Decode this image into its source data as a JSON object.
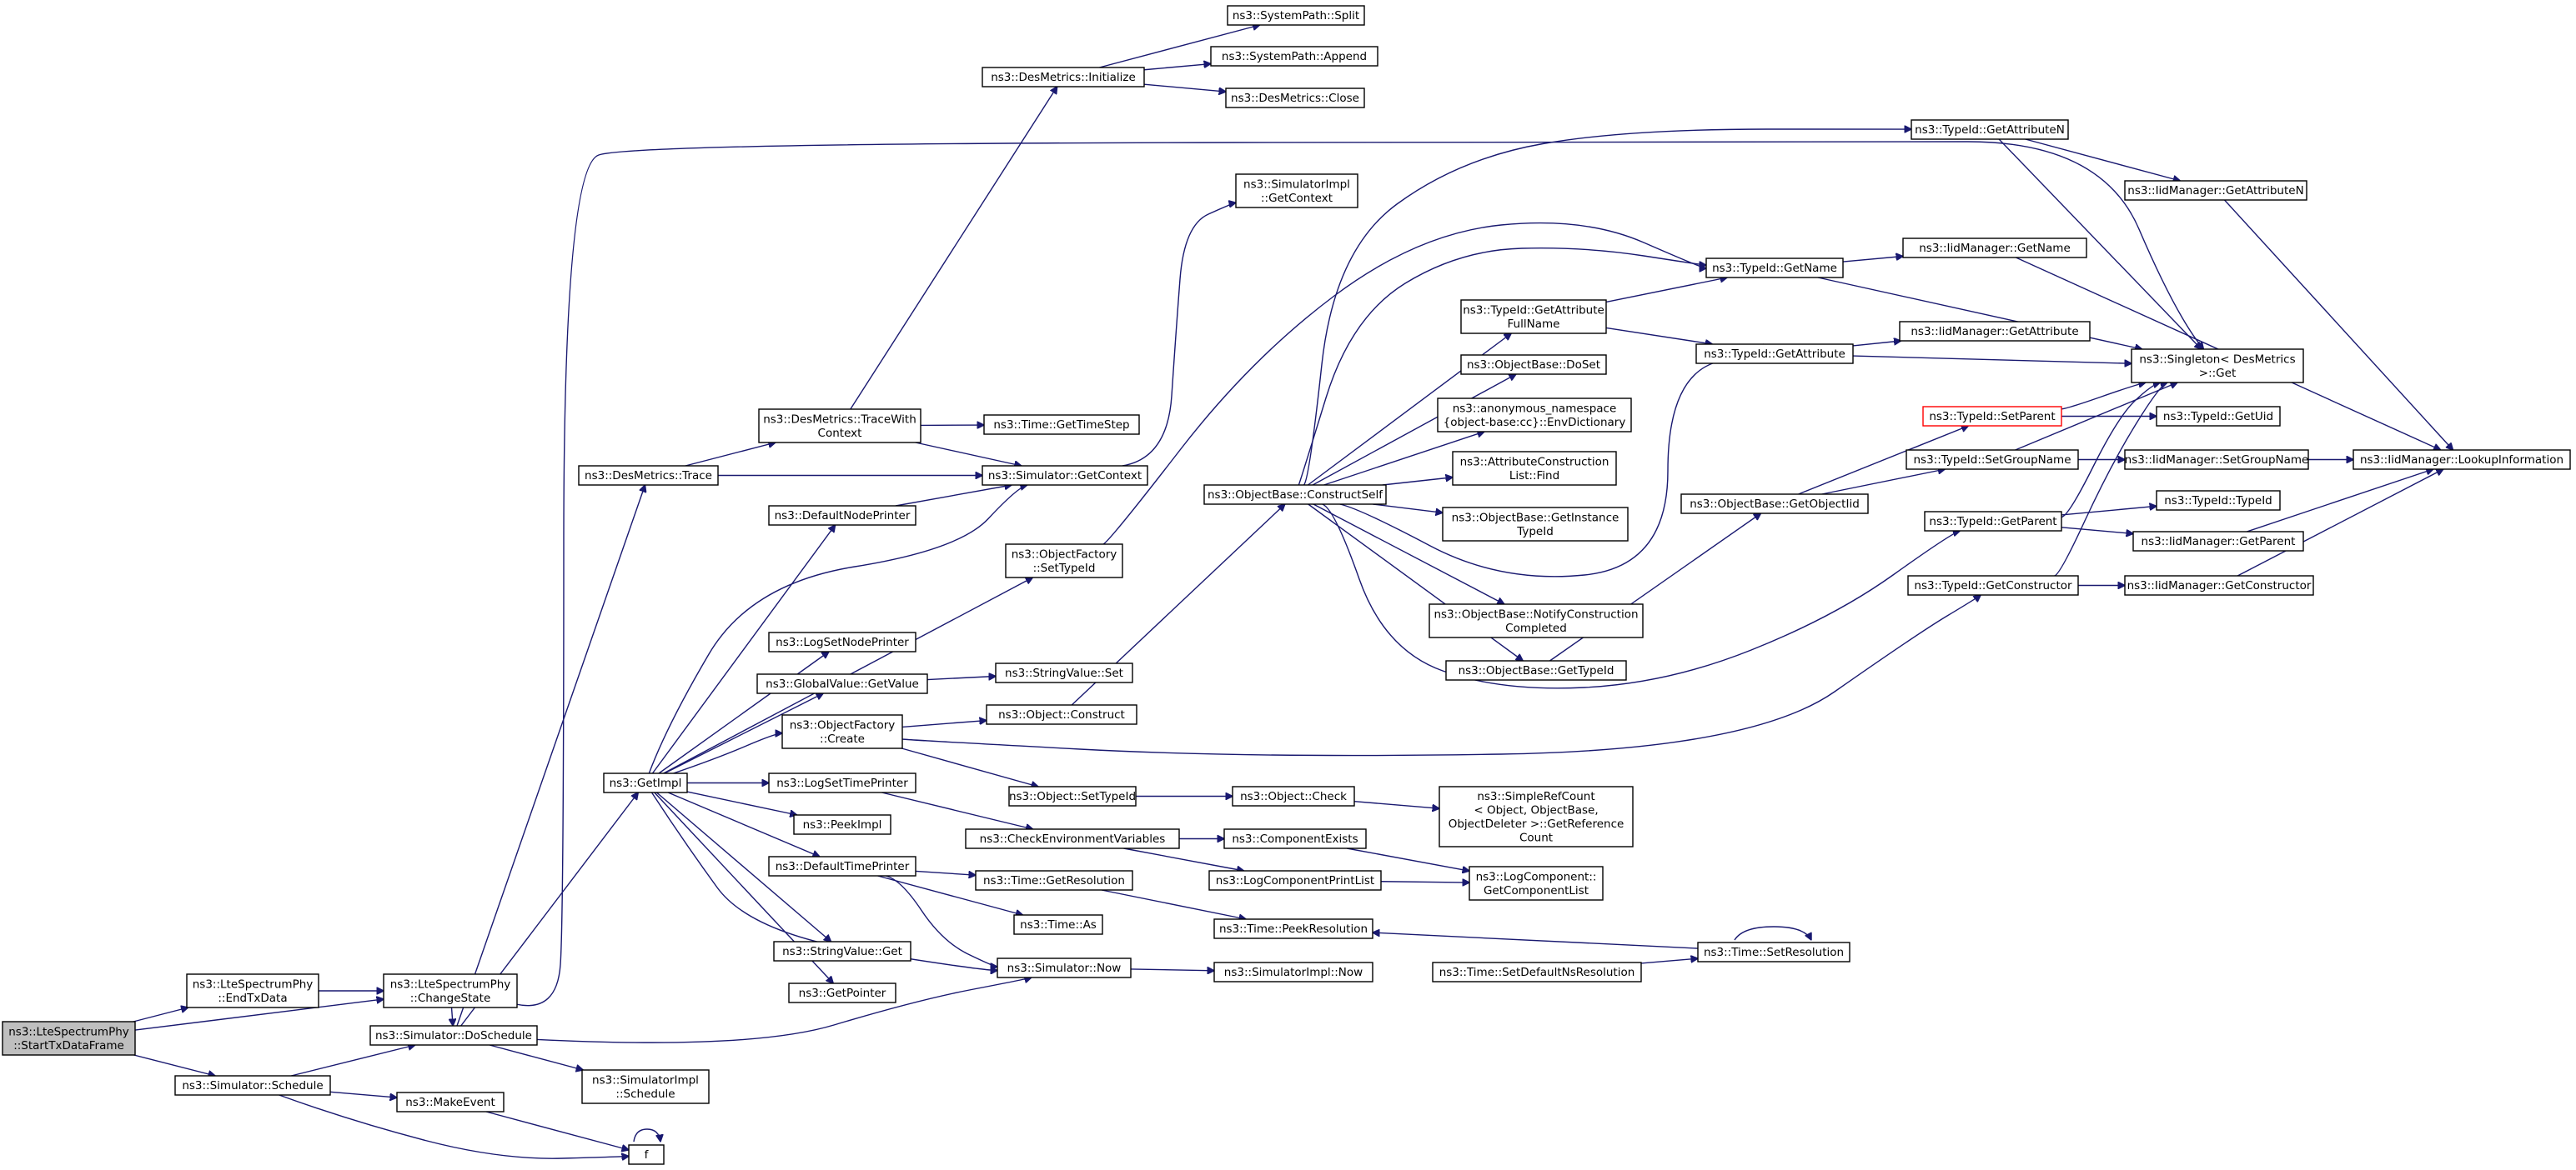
{
  "diagram": {
    "type": "doxygen-call-graph",
    "root_node": "StartTxDataFrame",
    "colors": {
      "edge": "#191970",
      "box_border": "#000000",
      "root_fill": "#bfbfbf",
      "fill": "#ffffff",
      "highlight_border": "#ff0000"
    },
    "nodes": [
      {
        "id": "StartTxDataFrame",
        "lines": [
          "ns3::LteSpectrumPhy",
          "::StartTxDataFrame"
        ],
        "root": true
      },
      {
        "id": "EndTxData",
        "lines": [
          "ns3::LteSpectrumPhy",
          "::EndTxData"
        ]
      },
      {
        "id": "ChangeState",
        "lines": [
          "ns3::LteSpectrumPhy",
          "::ChangeState"
        ]
      },
      {
        "id": "SimSchedule",
        "lines": [
          "ns3::Simulator::Schedule"
        ]
      },
      {
        "id": "DoSchedule",
        "lines": [
          "ns3::Simulator::DoSchedule"
        ]
      },
      {
        "id": "MakeEvent",
        "lines": [
          "ns3::MakeEvent"
        ]
      },
      {
        "id": "f",
        "lines": [
          "f"
        ]
      },
      {
        "id": "ImplSchedule",
        "lines": [
          "ns3::SimulatorImpl",
          "::Schedule"
        ]
      },
      {
        "id": "DesTrace",
        "lines": [
          "ns3::DesMetrics::Trace"
        ]
      },
      {
        "id": "GetImpl",
        "lines": [
          "ns3::GetImpl"
        ]
      },
      {
        "id": "TraceWithContext",
        "lines": [
          "ns3::DesMetrics::TraceWith",
          "Context"
        ]
      },
      {
        "id": "DesInit",
        "lines": [
          "ns3::DesMetrics::Initialize"
        ]
      },
      {
        "id": "SPSplit",
        "lines": [
          "ns3::SystemPath::Split"
        ]
      },
      {
        "id": "SPAppend",
        "lines": [
          "ns3::SystemPath::Append"
        ]
      },
      {
        "id": "DesClose",
        "lines": [
          "ns3::DesMetrics::Close"
        ]
      },
      {
        "id": "GetTimeStep",
        "lines": [
          "ns3::Time::GetTimeStep"
        ]
      },
      {
        "id": "SimGetContext",
        "lines": [
          "ns3::Simulator::GetContext"
        ]
      },
      {
        "id": "ImplGetContext",
        "lines": [
          "ns3::SimulatorImpl",
          "::GetContext"
        ]
      },
      {
        "id": "DefNodePrinter",
        "lines": [
          "ns3::DefaultNodePrinter"
        ]
      },
      {
        "id": "OFSetTypeId",
        "lines": [
          "ns3::ObjectFactory",
          "::SetTypeId"
        ]
      },
      {
        "id": "LogSetNodePrinter",
        "lines": [
          "ns3::LogSetNodePrinter"
        ]
      },
      {
        "id": "GVGetValue",
        "lines": [
          "ns3::GlobalValue::GetValue"
        ]
      },
      {
        "id": "SVSet",
        "lines": [
          "ns3::StringValue::Set"
        ]
      },
      {
        "id": "OFCreate",
        "lines": [
          "ns3::ObjectFactory",
          "::Create"
        ]
      },
      {
        "id": "ObjConstruct",
        "lines": [
          "ns3::Object::Construct"
        ]
      },
      {
        "id": "LogSetTimePrinter",
        "lines": [
          "ns3::LogSetTimePrinter"
        ]
      },
      {
        "id": "PeekImpl",
        "lines": [
          "ns3::PeekImpl"
        ]
      },
      {
        "id": "DefTimePrinter",
        "lines": [
          "ns3::DefaultTimePrinter"
        ]
      },
      {
        "id": "SVGet",
        "lines": [
          "ns3::StringValue::Get"
        ]
      },
      {
        "id": "GetPointer",
        "lines": [
          "ns3::GetPointer"
        ]
      },
      {
        "id": "ObjSetTypeId",
        "lines": [
          "ns3::Object::SetTypeId"
        ]
      },
      {
        "id": "CheckEnvVars",
        "lines": [
          "ns3::CheckEnvironmentVariables"
        ]
      },
      {
        "id": "TimeGetRes",
        "lines": [
          "ns3::Time::GetResolution"
        ]
      },
      {
        "id": "TimeAs",
        "lines": [
          "ns3::Time::As"
        ]
      },
      {
        "id": "SimNow",
        "lines": [
          "ns3::Simulator::Now"
        ]
      },
      {
        "id": "ImplNow",
        "lines": [
          "ns3::SimulatorImpl::Now"
        ]
      },
      {
        "id": "ObjCheck",
        "lines": [
          "ns3::Object::Check"
        ]
      },
      {
        "id": "SRCGetRefCount",
        "lines": [
          "ns3::SimpleRefCount",
          "< Object, ObjectBase,",
          "ObjectDeleter >::GetReference",
          "Count"
        ]
      },
      {
        "id": "CompExists",
        "lines": [
          "ns3::ComponentExists"
        ]
      },
      {
        "id": "LogCompPrintList",
        "lines": [
          "ns3::LogComponentPrintList"
        ]
      },
      {
        "id": "LogCompGetList",
        "lines": [
          "ns3::LogComponent::",
          "GetComponentList"
        ]
      },
      {
        "id": "PeekRes",
        "lines": [
          "ns3::Time::PeekResolution"
        ]
      },
      {
        "id": "SetDefNsRes",
        "lines": [
          "ns3::Time::SetDefaultNsResolution"
        ]
      },
      {
        "id": "SetRes",
        "lines": [
          "ns3::Time::SetResolution"
        ]
      },
      {
        "id": "ConstructSelf",
        "lines": [
          "ns3::ObjectBase::ConstructSelf"
        ]
      },
      {
        "id": "TidGetAttrFullName",
        "lines": [
          "ns3::TypeId::GetAttribute",
          "FullName"
        ]
      },
      {
        "id": "OBDoSet",
        "lines": [
          "ns3::ObjectBase::DoSet"
        ]
      },
      {
        "id": "EnvDict",
        "lines": [
          "ns3::anonymous_namespace",
          "{object-base:cc}::EnvDictionary"
        ]
      },
      {
        "id": "ACLFind",
        "lines": [
          "ns3::AttributeConstruction",
          "List::Find"
        ]
      },
      {
        "id": "OBGetInstTid",
        "lines": [
          "ns3::ObjectBase::GetInstance",
          "TypeId"
        ]
      },
      {
        "id": "OBNotify",
        "lines": [
          "ns3::ObjectBase::NotifyConstruction",
          "Completed"
        ]
      },
      {
        "id": "OBGetTypeId",
        "lines": [
          "ns3::ObjectBase::GetTypeId"
        ]
      },
      {
        "id": "TidGetAttrN",
        "lines": [
          "ns3::TypeId::GetAttributeN"
        ]
      },
      {
        "id": "TidGetName",
        "lines": [
          "ns3::TypeId::GetName"
        ]
      },
      {
        "id": "TidGetAttr",
        "lines": [
          "ns3::TypeId::GetAttribute"
        ]
      },
      {
        "id": "OBGetObjectIid",
        "lines": [
          "ns3::ObjectBase::GetObjectIid"
        ]
      },
      {
        "id": "TidSetParent",
        "lines": [
          "ns3::TypeId::SetParent"
        ],
        "highlight": true
      },
      {
        "id": "TidSetGroupName",
        "lines": [
          "ns3::TypeId::SetGroupName"
        ]
      },
      {
        "id": "TidGetParent",
        "lines": [
          "ns3::TypeId::GetParent"
        ]
      },
      {
        "id": "TidGetConstructor",
        "lines": [
          "ns3::TypeId::GetConstructor"
        ]
      },
      {
        "id": "IidGetAttrN",
        "lines": [
          "ns3::IidManager::GetAttributeN"
        ]
      },
      {
        "id": "IidGetName",
        "lines": [
          "ns3::IidManager::GetName"
        ]
      },
      {
        "id": "IidGetAttr",
        "lines": [
          "ns3::IidManager::GetAttribute"
        ]
      },
      {
        "id": "SingletonGet",
        "lines": [
          "ns3::Singleton< DesMetrics",
          ">::Get"
        ]
      },
      {
        "id": "TidGetUid",
        "lines": [
          "ns3::TypeId::GetUid"
        ]
      },
      {
        "id": "IidSetGroupName",
        "lines": [
          "ns3::IidManager::SetGroupName"
        ]
      },
      {
        "id": "TidTypeId",
        "lines": [
          "ns3::TypeId::TypeId"
        ]
      },
      {
        "id": "IidGetParent",
        "lines": [
          "ns3::IidManager::GetParent"
        ]
      },
      {
        "id": "IidGetConstructor",
        "lines": [
          "ns3::IidManager::GetConstructor"
        ]
      },
      {
        "id": "IidLookup",
        "lines": [
          "ns3::IidManager::LookupInformation"
        ]
      }
    ],
    "edges": [
      [
        "StartTxDataFrame",
        "EndTxData"
      ],
      [
        "StartTxDataFrame",
        "ChangeState"
      ],
      [
        "StartTxDataFrame",
        "SimSchedule"
      ],
      [
        "EndTxData",
        "ChangeState"
      ],
      [
        "ChangeState",
        "DoSchedule"
      ],
      [
        "ChangeState",
        "SingletonGet"
      ],
      [
        "SimSchedule",
        "DoSchedule"
      ],
      [
        "SimSchedule",
        "MakeEvent"
      ],
      [
        "SimSchedule",
        "f"
      ],
      [
        "MakeEvent",
        "f"
      ],
      [
        "f",
        "f"
      ],
      [
        "DoSchedule",
        "DesTrace"
      ],
      [
        "DoSchedule",
        "GetImpl"
      ],
      [
        "DoSchedule",
        "ImplSchedule"
      ],
      [
        "DoSchedule",
        "SimNow"
      ],
      [
        "DesTrace",
        "TraceWithContext"
      ],
      [
        "DesTrace",
        "SimGetContext"
      ],
      [
        "TraceWithContext",
        "DesInit"
      ],
      [
        "TraceWithContext",
        "GetTimeStep"
      ],
      [
        "TraceWithContext",
        "SimGetContext"
      ],
      [
        "DesInit",
        "SPSplit"
      ],
      [
        "DesInit",
        "SPAppend"
      ],
      [
        "DesInit",
        "DesClose"
      ],
      [
        "SimGetContext",
        "ImplGetContext"
      ],
      [
        "GetImpl",
        "SimGetContext"
      ],
      [
        "GetImpl",
        "DefNodePrinter"
      ],
      [
        "GetImpl",
        "OFSetTypeId"
      ],
      [
        "GetImpl",
        "LogSetNodePrinter"
      ],
      [
        "GetImpl",
        "GVGetValue"
      ],
      [
        "GetImpl",
        "OFCreate"
      ],
      [
        "GetImpl",
        "LogSetTimePrinter"
      ],
      [
        "GetImpl",
        "PeekImpl"
      ],
      [
        "GetImpl",
        "DefTimePrinter"
      ],
      [
        "GetImpl",
        "SVGet"
      ],
      [
        "GetImpl",
        "GetPointer"
      ],
      [
        "GetImpl",
        "SimNow"
      ],
      [
        "DefNodePrinter",
        "SimGetContext"
      ],
      [
        "OFSetTypeId",
        "TidGetName"
      ],
      [
        "GVGetValue",
        "SVSet"
      ],
      [
        "OFCreate",
        "ObjConstruct"
      ],
      [
        "OFCreate",
        "ObjSetTypeId"
      ],
      [
        "OFCreate",
        "TidGetConstructor"
      ],
      [
        "ObjConstruct",
        "ConstructSelf"
      ],
      [
        "LogSetTimePrinter",
        "CheckEnvVars"
      ],
      [
        "DefTimePrinter",
        "TimeGetRes"
      ],
      [
        "DefTimePrinter",
        "TimeAs"
      ],
      [
        "DefTimePrinter",
        "SimNow"
      ],
      [
        "ObjSetTypeId",
        "ObjCheck"
      ],
      [
        "CheckEnvVars",
        "CompExists"
      ],
      [
        "CheckEnvVars",
        "LogCompPrintList"
      ],
      [
        "ObjCheck",
        "SRCGetRefCount"
      ],
      [
        "CompExists",
        "LogCompGetList"
      ],
      [
        "LogCompPrintList",
        "LogCompGetList"
      ],
      [
        "TimeGetRes",
        "PeekRes"
      ],
      [
        "SimNow",
        "ImplNow"
      ],
      [
        "SetDefNsRes",
        "SetRes"
      ],
      [
        "SetRes",
        "PeekRes"
      ],
      [
        "SetRes",
        "SetRes"
      ],
      [
        "ConstructSelf",
        "TidGetAttrN"
      ],
      [
        "ConstructSelf",
        "TidGetName"
      ],
      [
        "ConstructSelf",
        "TidGetAttrFullName"
      ],
      [
        "ConstructSelf",
        "OBDoSet"
      ],
      [
        "ConstructSelf",
        "EnvDict"
      ],
      [
        "ConstructSelf",
        "ACLFind"
      ],
      [
        "ConstructSelf",
        "OBGetInstTid"
      ],
      [
        "ConstructSelf",
        "OBNotify"
      ],
      [
        "ConstructSelf",
        "OBGetTypeId"
      ],
      [
        "ConstructSelf",
        "TidGetAttr"
      ],
      [
        "ConstructSelf",
        "TidGetParent"
      ],
      [
        "TidGetAttrFullName",
        "TidGetName"
      ],
      [
        "TidGetAttrFullName",
        "TidGetAttr"
      ],
      [
        "OBGetTypeId",
        "OBGetObjectIid"
      ],
      [
        "OBGetObjectIid",
        "TidSetParent"
      ],
      [
        "OBGetObjectIid",
        "TidSetGroupName"
      ],
      [
        "TidGetAttrN",
        "IidGetAttrN"
      ],
      [
        "TidGetAttrN",
        "SingletonGet"
      ],
      [
        "TidGetName",
        "IidGetName"
      ],
      [
        "TidGetName",
        "SingletonGet"
      ],
      [
        "TidGetAttr",
        "IidGetAttr"
      ],
      [
        "TidGetAttr",
        "SingletonGet"
      ],
      [
        "TidSetParent",
        "TidGetUid"
      ],
      [
        "TidSetParent",
        "SingletonGet"
      ],
      [
        "TidSetGroupName",
        "IidSetGroupName"
      ],
      [
        "TidSetGroupName",
        "SingletonGet"
      ],
      [
        "TidGetParent",
        "TidTypeId"
      ],
      [
        "TidGetParent",
        "IidGetParent"
      ],
      [
        "TidGetParent",
        "SingletonGet"
      ],
      [
        "TidGetConstructor",
        "IidGetConstructor"
      ],
      [
        "TidGetConstructor",
        "SingletonGet"
      ],
      [
        "IidGetAttrN",
        "IidLookup"
      ],
      [
        "IidGetName",
        "IidLookup"
      ],
      [
        "IidSetGroupName",
        "IidLookup"
      ],
      [
        "IidGetParent",
        "IidLookup"
      ],
      [
        "IidGetConstructor",
        "IidLookup"
      ]
    ]
  }
}
